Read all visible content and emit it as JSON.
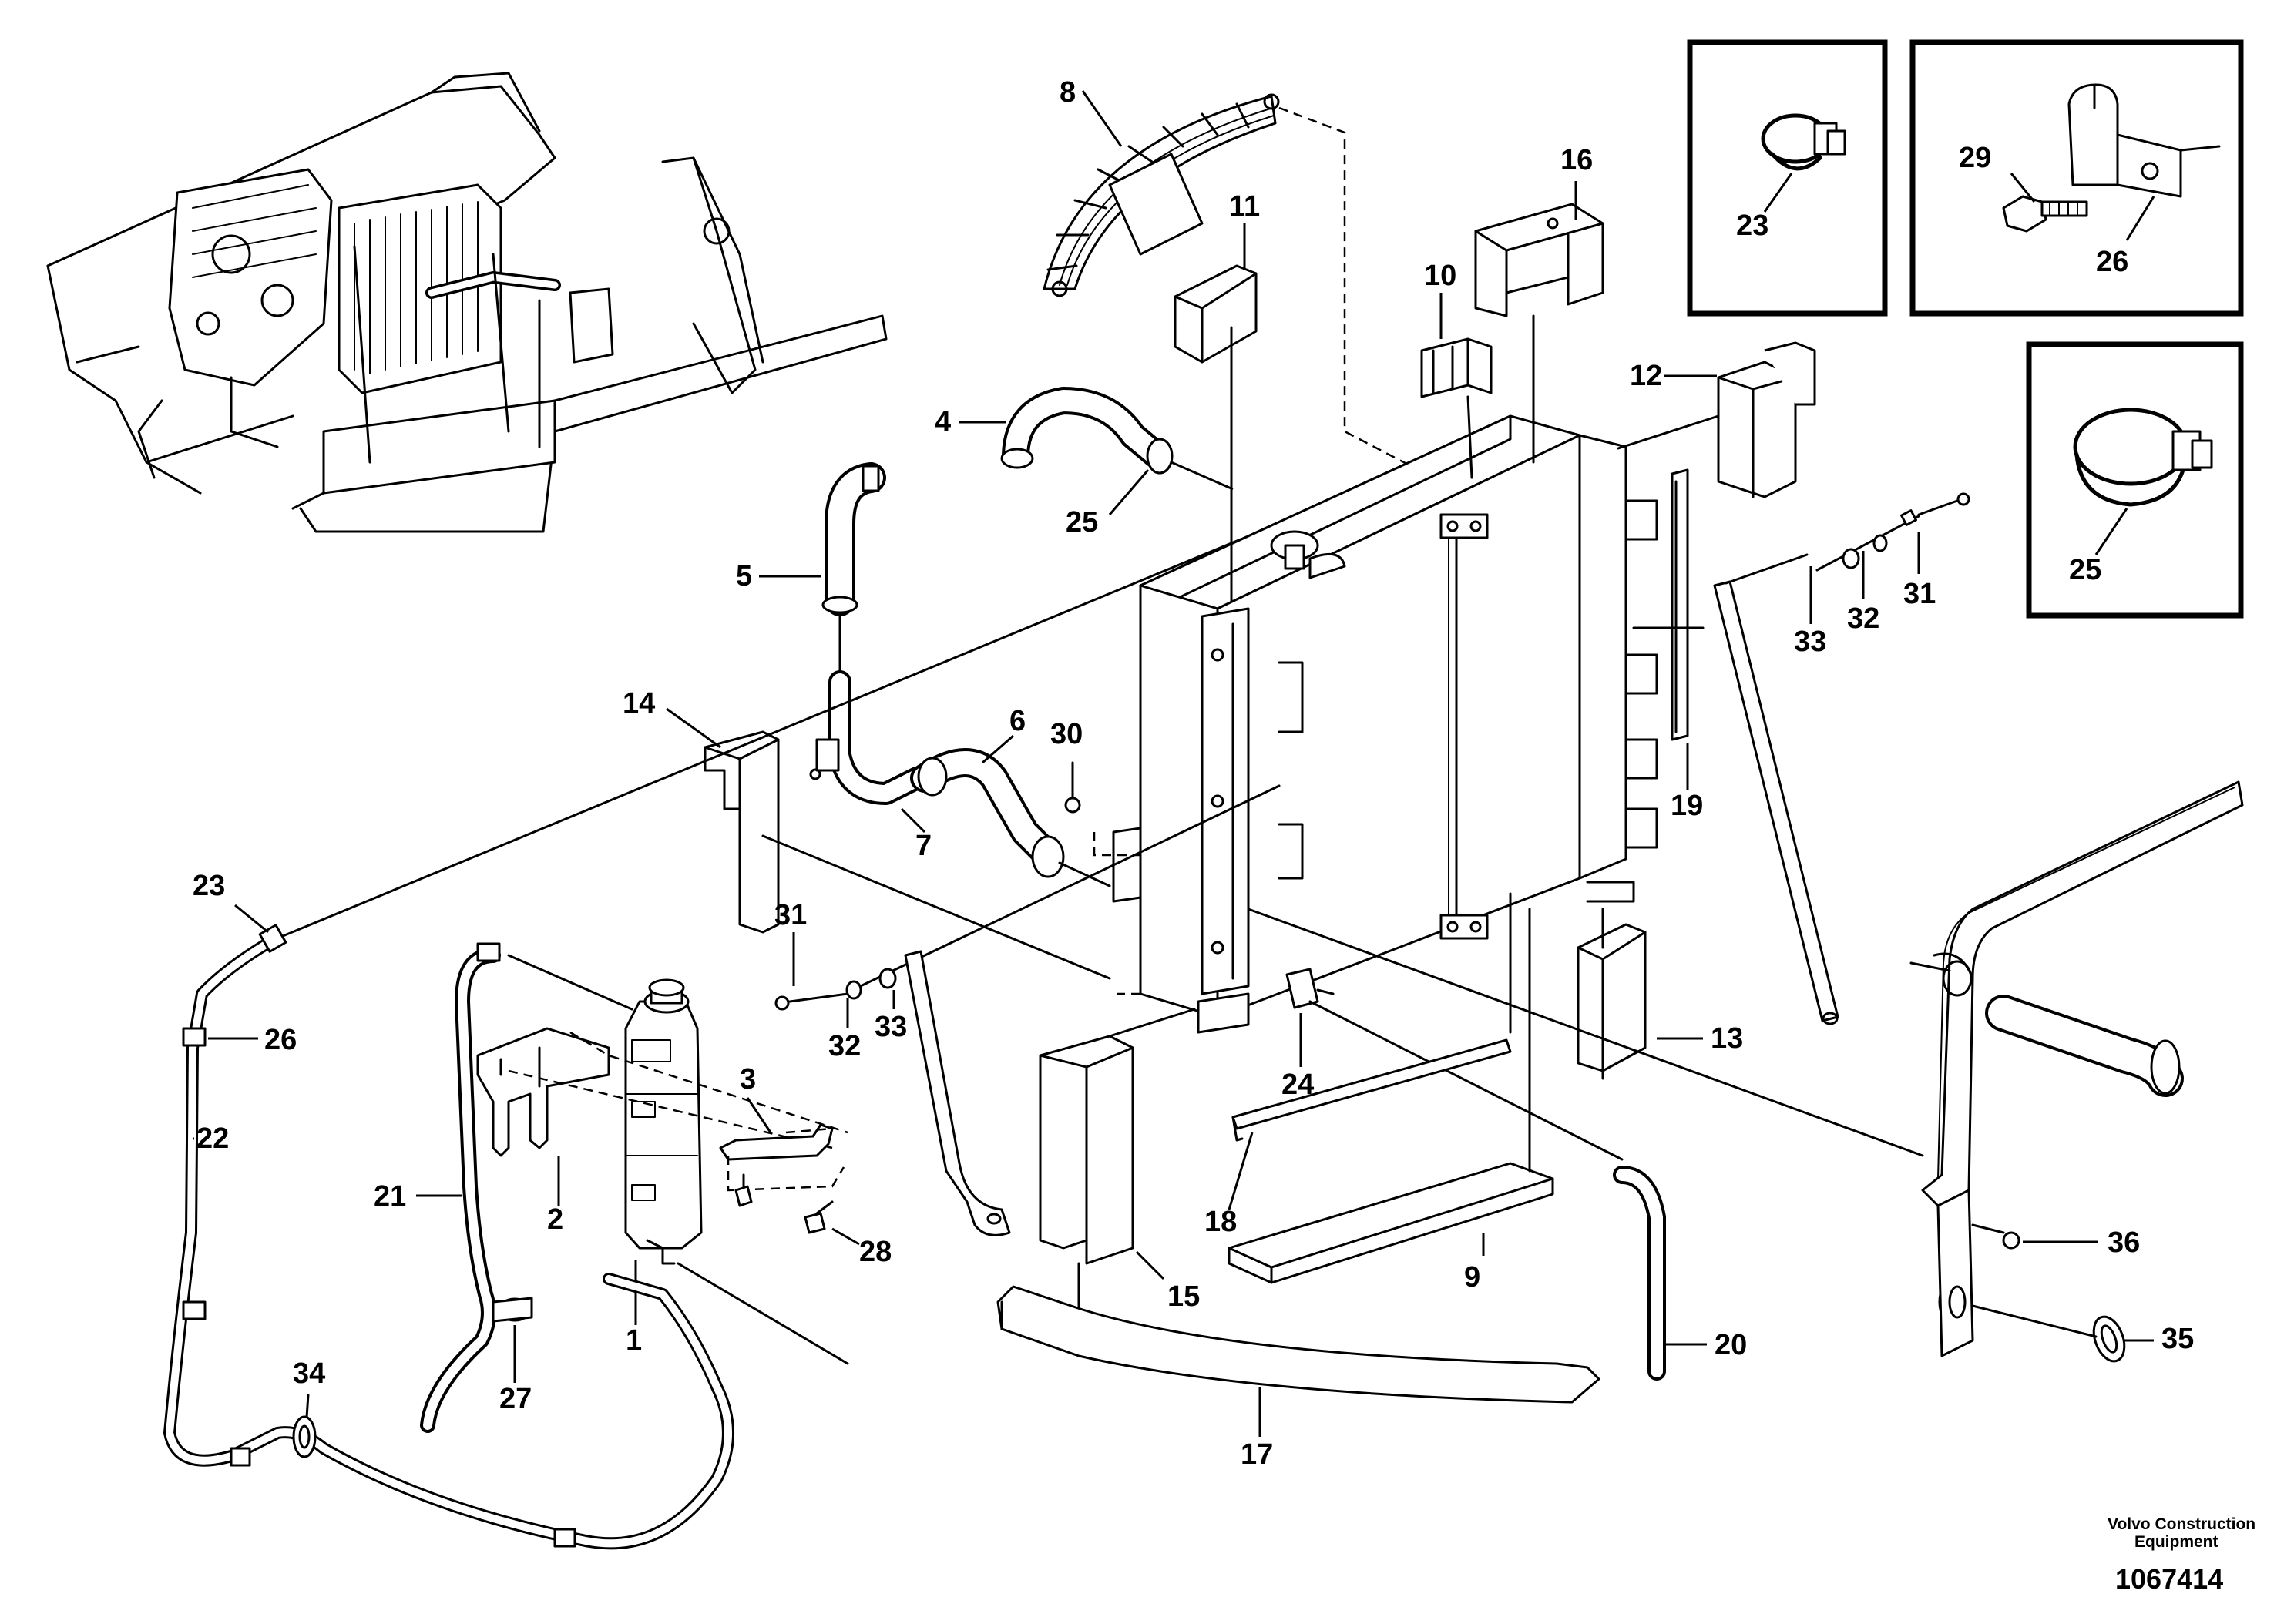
{
  "diagram": {
    "part_numbers": {
      "p1": "1",
      "p2": "2",
      "p3": "3",
      "p4": "4",
      "p5": "5",
      "p6": "6",
      "p7": "7",
      "p8": "8",
      "p9": "9",
      "p10": "10",
      "p11": "11",
      "p12": "12",
      "p13": "13",
      "p14": "14",
      "p15": "15",
      "p16": "16",
      "p17": "17",
      "p18": "18",
      "p19": "19",
      "p20": "20",
      "p21": "21",
      "p22": "22",
      "p23": "23",
      "p24": "24",
      "p25": "25",
      "p26": "26",
      "p27": "27",
      "p28": "28",
      "p29": "29",
      "p30": "30",
      "p31": "31",
      "p32": "32",
      "p33": "33",
      "p34": "34",
      "p35": "35",
      "p36": "36"
    },
    "inset_labels": {
      "box1_clamp": "23",
      "box2_bolt": "29",
      "box2_clamp": "26",
      "box3_clamp": "25"
    },
    "credit_line1": "Volvo Construction",
    "credit_line2": "Equipment",
    "figure_number": "1067414"
  }
}
